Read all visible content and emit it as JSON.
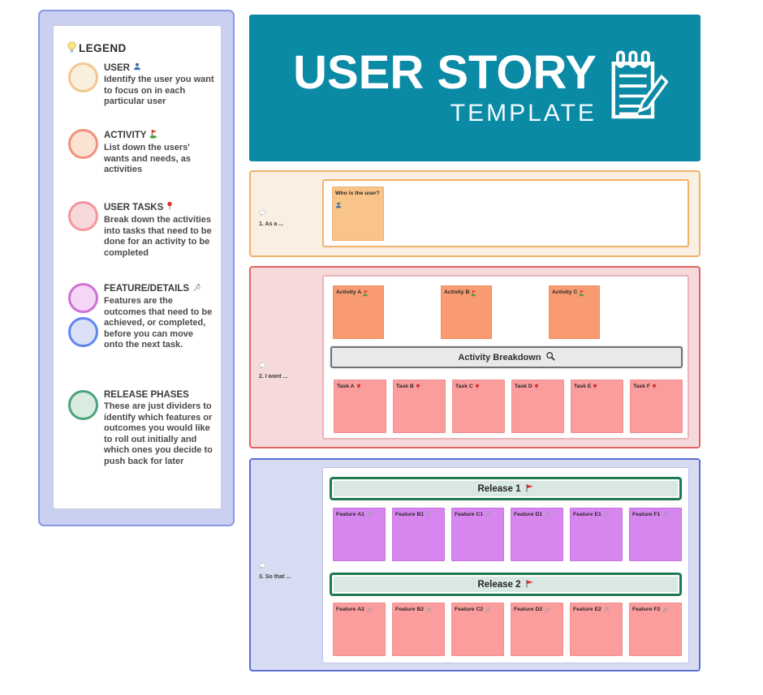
{
  "legend": {
    "title": "LEGEND",
    "items": [
      {
        "title": "USER",
        "desc": "Identify the user you want to focus on in each particular user"
      },
      {
        "title": "ACTIVITY",
        "desc": "List down the users' wants and needs, as activities"
      },
      {
        "title": "USER TASKS",
        "desc": "Break down the activities into tasks that need to be done for an activity to be completed"
      },
      {
        "title": "FEATURE/DETAILS",
        "desc": "Features are the outcomes that need to be achieved, or completed, before you can move onto the next task."
      },
      {
        "title": "RELEASE PHASES",
        "desc": "These are just dividers to identify which features or outcomes you would like to roll out initially and which ones you decide to push back for later"
      }
    ]
  },
  "banner": {
    "title": "USER STORY",
    "subtitle": "TEMPLATE"
  },
  "section1": {
    "label": "1. As a ...",
    "sticky_text": "Who is the user?"
  },
  "section2": {
    "label": "2. I want ...",
    "activities": [
      "Activity A",
      "Activity B",
      "Activity C"
    ],
    "breakdown_label": "Activity Breakdown",
    "tasks": [
      "Task A",
      "Task B",
      "Task C",
      "Task D",
      "Task E",
      "Task F"
    ]
  },
  "section3": {
    "label": "3. So that ...",
    "release1": {
      "label": "Release 1",
      "features": [
        "Feature A1",
        "Feature B1",
        "Feature C1",
        "Feature D1",
        "Feature E1",
        "Feature F1"
      ]
    },
    "release2": {
      "label": "Release 2",
      "features": [
        "Feature A2",
        "Feature B2",
        "Feature C2",
        "Feature D2",
        "Feature E2",
        "Feature F2"
      ]
    }
  },
  "colors": {
    "banner_bg": "#0b8aa5",
    "sticky_orange": "#f99b70",
    "sticky_pink": "#fb9d9d",
    "sticky_purple": "#d886ef",
    "sticky_user_note": "#f9c489",
    "release_fill": "#d9e8e2",
    "release_border": "#1d7a50",
    "section1_border": "#f1b269",
    "section2_border": "#e06360",
    "section3_border": "#5b6fd0",
    "sidebar_fill": "#c9d0f1",
    "sidebar_border": "#8c99e2"
  }
}
